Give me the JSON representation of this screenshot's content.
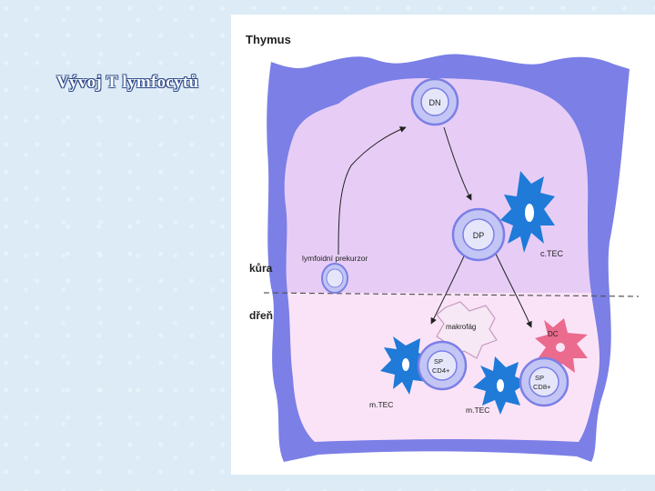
{
  "slide": {
    "title": "Vývoj T lymfocytů"
  },
  "diagram": {
    "title": "Thymus",
    "zone_labels": {
      "cortex": "kůra",
      "medulla": "dřeň"
    },
    "cells": {
      "dn": "DN",
      "dp": "DP",
      "sp_cd4_line1": "SP",
      "sp_cd4_line2": "CD4+",
      "sp_cd8_line1": "SP",
      "sp_cd8_line2": "CD8+",
      "ctec": "c.TEC",
      "precursor": "lymfoidní prekurzor",
      "macrophage": "makrofág",
      "dc": "DC",
      "mtec_left": "m.TEC",
      "mtec_right": "m.TEC"
    },
    "colors": {
      "capsule": "#7b7fe6",
      "cortex": "#e7cdf6",
      "medulla": "#fbe3f7",
      "lymphocyte": "#c3c6f4",
      "epithelial_cell": "#1f7ad8",
      "dendritic_cell": "#ea6b8e",
      "macrophage": "#f6e8f4"
    }
  }
}
